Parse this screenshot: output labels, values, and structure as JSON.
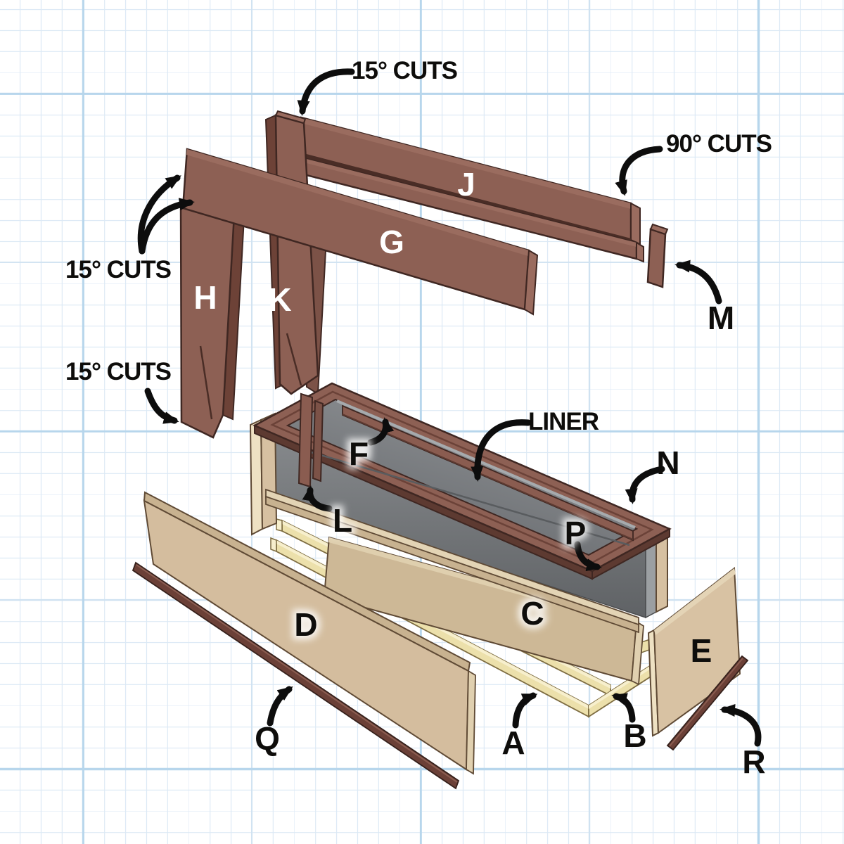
{
  "figure": {
    "type": "exploded-assembly-diagram",
    "subject": "planter window box cutting diagram on blueprint grid",
    "callouts": {
      "cut15_top": "15° CUTS",
      "cut15_mid": "15° CUTS",
      "cut15_bottom": "15° CUTS",
      "cut90": "90° CUTS",
      "liner": "LINER"
    },
    "parts": {
      "A": "A",
      "B": "B",
      "C": "C",
      "D": "D",
      "E": "E",
      "F": "F",
      "G": "G",
      "H": "H",
      "J": "J",
      "K": "K",
      "L": "L",
      "M": "M",
      "N": "N",
      "P": "P",
      "Q": "Q",
      "R": "R"
    },
    "colors": {
      "wood_dark_face": "#8d6054",
      "wood_dark_light": "#9a6c5f",
      "wood_dark_shade": "#5d3a31",
      "wood_dark_outline": "#3f2722",
      "wood_tan_face": "#d4bd9e",
      "wood_tan_light": "#eee1c3",
      "wood_tan_shade": "#c8b290",
      "wood_pale_face": "#ece0ab",
      "wood_pale_light": "#f7efcd",
      "trim_strip": "#6b4037",
      "liner_gray": "#7e8184",
      "liner_gray_light": "#9b9fa2",
      "grid_minor": "#dce9f5",
      "grid_major": "#b7d6ec",
      "label_black": "#0e0d0b",
      "label_white": "#ffffff"
    }
  }
}
